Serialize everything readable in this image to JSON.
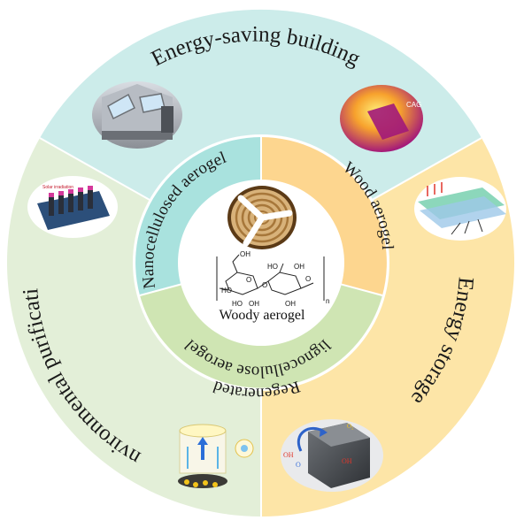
{
  "outer_ring": {
    "energy_saving_building": "Energy-saving building",
    "energy_storage": "Energy storage",
    "environmental_purification": "Environmental purification"
  },
  "inner_ring": {
    "nanocellulosed_aerogel": "Nanocellulosed aerogel",
    "wood_aerogel": "Wood aerogel",
    "regenerated_line1": "lignocellulose aerogel",
    "regenerated_line2": "Regenerated"
  },
  "center": {
    "label": "Woody aerogel",
    "molecule": {
      "oh1": "OH",
      "ho1": "HO",
      "ho2": "HO",
      "oh2": "OH",
      "oh3": "OH",
      "oh4": "OH",
      "ho3": "HO",
      "o1": "O",
      "o2": "O",
      "o3": "O",
      "n": "n"
    }
  },
  "images": {
    "cag_label": "CAG",
    "solar_label": "Solar irradiation",
    "oh_a": "OH",
    "oh_b": "OH",
    "o_a": "O",
    "o2_label": "O₂"
  },
  "colors": {
    "top_sector": "#ccecea",
    "right_sector": "#fde5a7",
    "left_sector": "#e3efd8",
    "inner_top_left": "#a9e2de",
    "inner_top_right": "#fdd68f",
    "inner_bottom": "#cfe5b3"
  }
}
